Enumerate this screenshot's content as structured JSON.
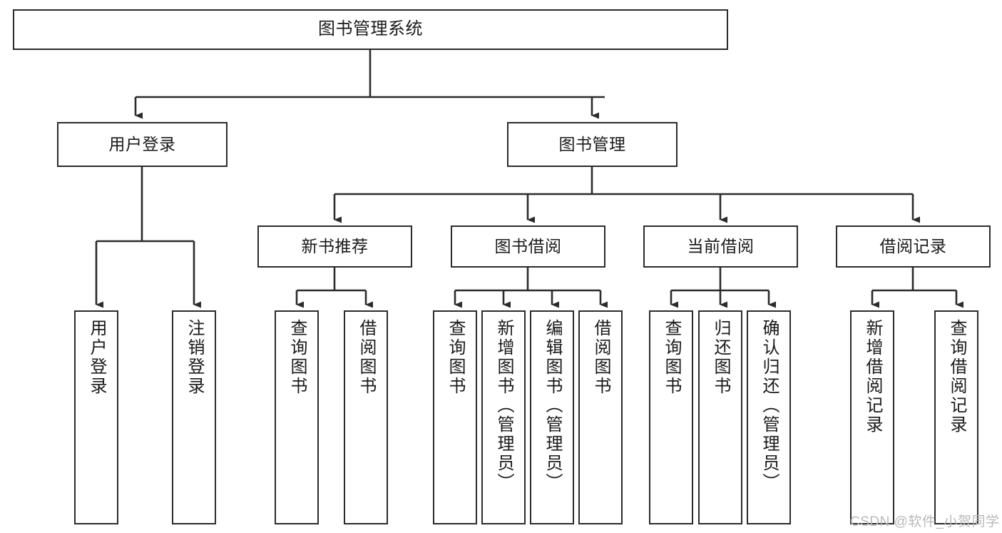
{
  "diagram": {
    "title": "图书管理系统",
    "type": "hierarchy-tree",
    "watermark": "CSDN @软件_小贺同学",
    "colors": {
      "box_border": "#2b2b2b",
      "box_fill": "#ffffff",
      "edge": "#2b2b2b",
      "text": "#1a1a1a",
      "watermark": "#b9b9b9"
    },
    "nodes": {
      "root": {
        "label": "图书管理系统"
      },
      "level2": [
        {
          "label": "用户登录"
        },
        {
          "label": "图书管理"
        }
      ],
      "level3": [
        {
          "label": "新书推荐"
        },
        {
          "label": "图书借阅"
        },
        {
          "label": "当前借阅"
        },
        {
          "label": "借阅记录"
        }
      ],
      "leaves_user_login": [
        {
          "label": "用户登录"
        },
        {
          "label": "注销登录"
        }
      ],
      "leaves_new_book": [
        {
          "label": "查询图书"
        },
        {
          "label": "借阅图书"
        }
      ],
      "leaves_borrow": [
        {
          "label": "查询图书"
        },
        {
          "label": "新增图书（管理员）"
        },
        {
          "label": "编辑图书（管理员）"
        },
        {
          "label": "借阅图书"
        }
      ],
      "leaves_current": [
        {
          "label": "查询图书"
        },
        {
          "label": "归还图书"
        },
        {
          "label": "确认归还（管理员）"
        }
      ],
      "leaves_records": [
        {
          "label": "新增借阅记录"
        },
        {
          "label": "查询借阅记录"
        }
      ]
    }
  }
}
